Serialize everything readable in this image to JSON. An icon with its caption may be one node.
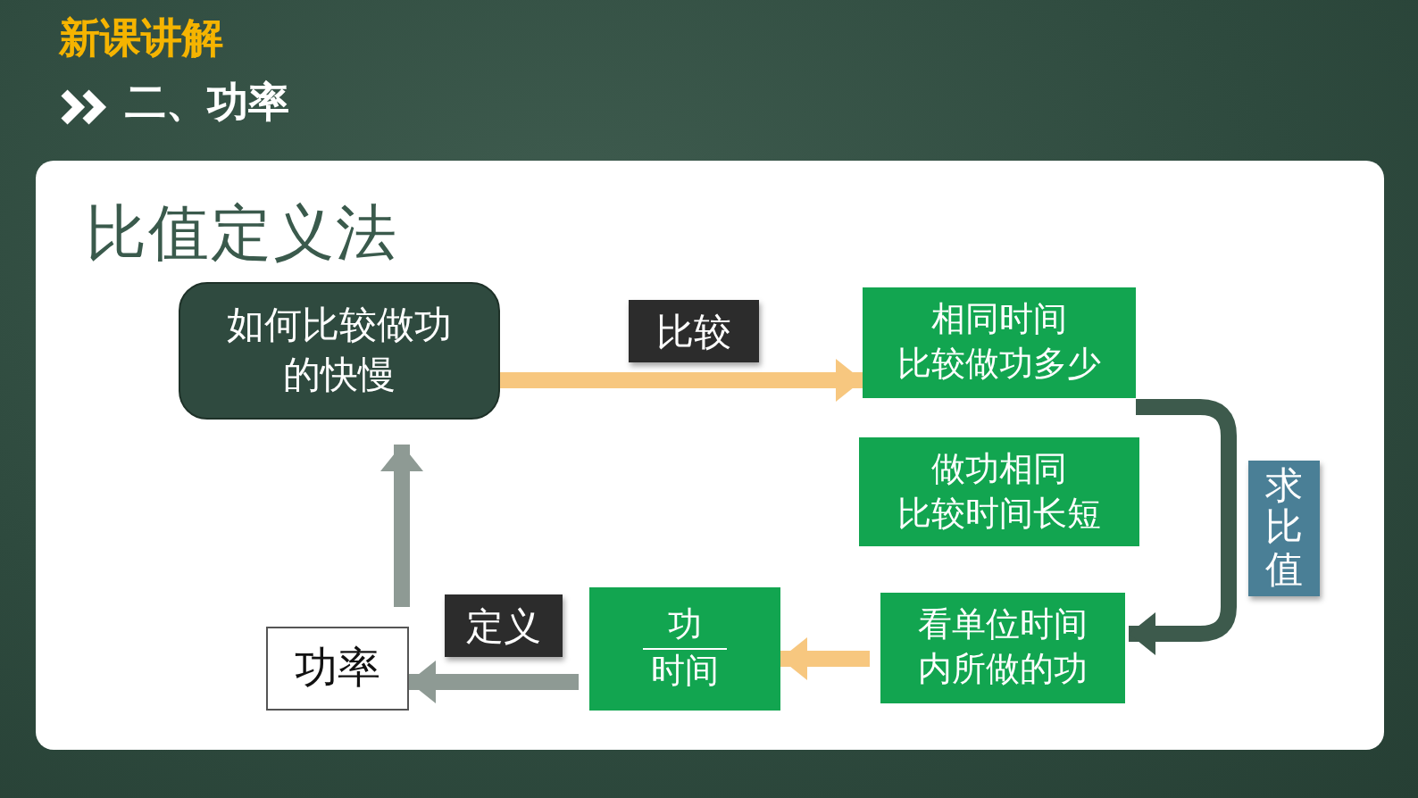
{
  "diagram": {
    "title": "新课讲解",
    "nodes": [
      {
        "text": [
          "如何比较做功的快慢"
        ]
      },
      {
        "text": [
          "相同时间比较做功多少"
        ]
      },
      {
        "text": [
          "做功相同比较时间长短"
        ]
      },
      {
        "text": [
          "看单位时间内所做的功"
        ]
      },
      {
        "text": [
          "功",
          "时间"
        ]
      },
      {
        "text": [
          "功率"
        ]
      }
    ],
    "edges": [
      {
        "from": 0,
        "to": 1,
        "arrow": "to",
        "label": "比较",
        "color": "#f7c77f"
      },
      {
        "from": 1,
        "to": 3,
        "arrow": "to",
        "label": "求比值",
        "color": "#3d5a4c"
      },
      {
        "from": 3,
        "to": 4,
        "arrow": "to",
        "color": "#f7c77f"
      },
      {
        "from": 4,
        "to": 5,
        "arrow": "to",
        "label": "定义",
        "color": "#8e9a94"
      },
      {
        "from": 5,
        "to": 0,
        "arrow": "to",
        "color": "#8e9a94"
      }
    ],
    "labels": [
      "二、功率",
      "比值定义法"
    ]
  }
}
